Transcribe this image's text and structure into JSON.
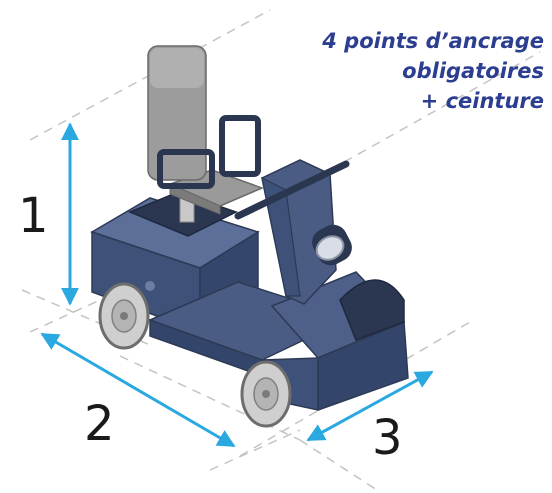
{
  "caption": {
    "line1": "4 points d’ancrage",
    "line2": "obligatoires",
    "line3": "+ ceinture"
  },
  "dimensions": {
    "height_label": "1",
    "length_label": "2",
    "width_label": "3"
  },
  "colors": {
    "arrow": "#2aa8e0",
    "body": "#3d5179",
    "seat": "#8e8e8e",
    "caption": "#2c3e8f",
    "guide_lines": "#c4c4c4"
  }
}
